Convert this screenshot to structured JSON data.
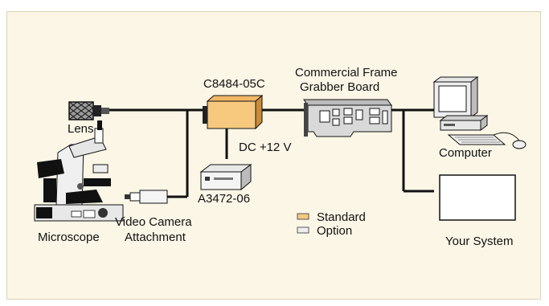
{
  "labels": {
    "camera": "C8484-05C",
    "frame_grabber_line1": "Commercial Frame",
    "frame_grabber_line2": "Grabber Board",
    "lens": "Lens",
    "dc": "DC +12 V",
    "power_supply": "A3472-06",
    "computer": "Computer",
    "microscope": "Microscope",
    "attachment_line1": "Video Camera",
    "attachment_line2": "Attachment",
    "your_system": "Your System"
  },
  "legend": [
    {
      "label": "Standard",
      "color": "#f6c97f"
    },
    {
      "label": "Option",
      "color": "#eeeeee"
    }
  ],
  "colors": {
    "background": "#fbf6e6",
    "border": "#dcd3b3",
    "line": "#111111",
    "camera": "#f6c97f",
    "board": "#d9d9d9"
  }
}
